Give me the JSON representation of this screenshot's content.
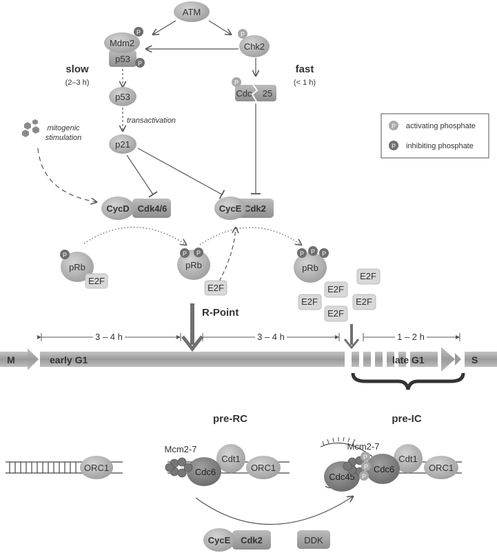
{
  "nodes": {
    "atm": "ATM",
    "mdm2": "Mdm2",
    "p53_top": "p53",
    "chk2": "Chk2",
    "cdc_left": "Cdc",
    "cdc_right": "25",
    "p53_mid": "p53",
    "p21": "p21",
    "cycd": "CycD",
    "cdk46": "Cdk4/6",
    "cyce": "CycE",
    "cdk2": "Cdk2",
    "prb": "pRb",
    "e2f": "E2F",
    "orc1": "ORC1",
    "cdc6": "Cdc6",
    "cdt1": "Cdt1",
    "cdc45": "Cdc45",
    "mcm": "Mcm2-7",
    "ddk": "DDK",
    "p": "P"
  },
  "labels": {
    "slow": "slow",
    "slow_time": "(2–3 h)",
    "fast": "fast",
    "fast_time": "(< 1 h)",
    "transactivation": "transactivation",
    "mitogenic1": "mitogenic",
    "mitogenic2": "stimulation",
    "rpoint": "R-Point",
    "prerc": "pre-RC",
    "preic": "pre-IC"
  },
  "legend": {
    "activating": "activating phosphate",
    "inhibiting": "inhibiting phosphate",
    "colors": {
      "activating": "#a8a8a8",
      "inhibiting": "#6e6e6e"
    }
  },
  "timeline": {
    "m": "M",
    "early": "early G1",
    "late": "late G1",
    "s": "S",
    "span1": "3 – 4 h",
    "span2": "3 – 4 h",
    "span3": "1 – 2 h"
  }
}
